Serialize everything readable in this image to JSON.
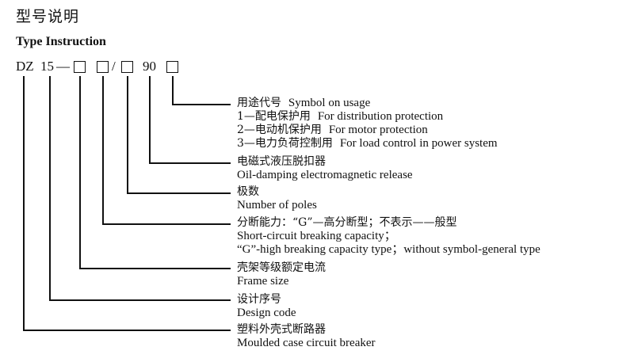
{
  "header": {
    "title_cn": "型号说明",
    "title_en": "Type Instruction"
  },
  "model_code": {
    "prefix": "DZ",
    "series": "15",
    "dash": "—",
    "slash": "/",
    "number": "90"
  },
  "entries": {
    "usage": {
      "cn": "用途代号",
      "en": "Symbol on usage",
      "items": [
        {
          "cn": "1—配电保护用",
          "en": "For distribution protection"
        },
        {
          "cn": "2—电动机保护用",
          "en": "For motor protection"
        },
        {
          "cn": "3—电力负荷控制用",
          "en": "For load control in power system"
        }
      ]
    },
    "release": {
      "cn": "电磁式液压脱扣器",
      "en": "Oil-damping electromagnetic release"
    },
    "poles": {
      "cn": "极数",
      "en": "Number of poles"
    },
    "breaking": {
      "cn": "分断能力：“G”—高分断型；不表示——般型",
      "en1": "Short-circuit breaking capacity；",
      "en2": "“G”-high breaking capacity type；without symbol-general type"
    },
    "frame": {
      "cn": "壳架等级额定电流",
      "en": "Frame size"
    },
    "design": {
      "cn": "设计序号",
      "en": "Design code"
    },
    "mccb": {
      "cn": "塑料外壳式断路器",
      "en": "Moulded case circuit breaker"
    }
  }
}
